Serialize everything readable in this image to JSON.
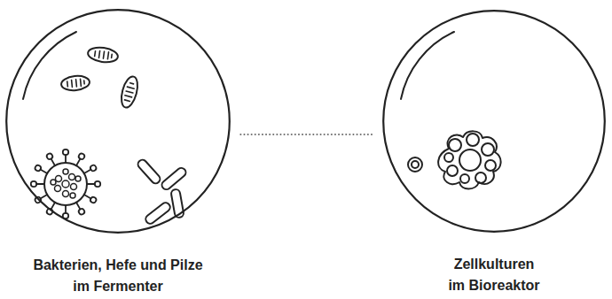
{
  "diagram": {
    "nodes": [
      {
        "text": [
          "Bakterien, Hefe und Pilze im Fermenter"
        ]
      },
      {
        "text": [
          "Zellkulturen im Bioreaktor"
        ]
      }
    ],
    "edges": [
      {
        "from": 0,
        "to": 1,
        "arrow": "none"
      }
    ]
  }
}
